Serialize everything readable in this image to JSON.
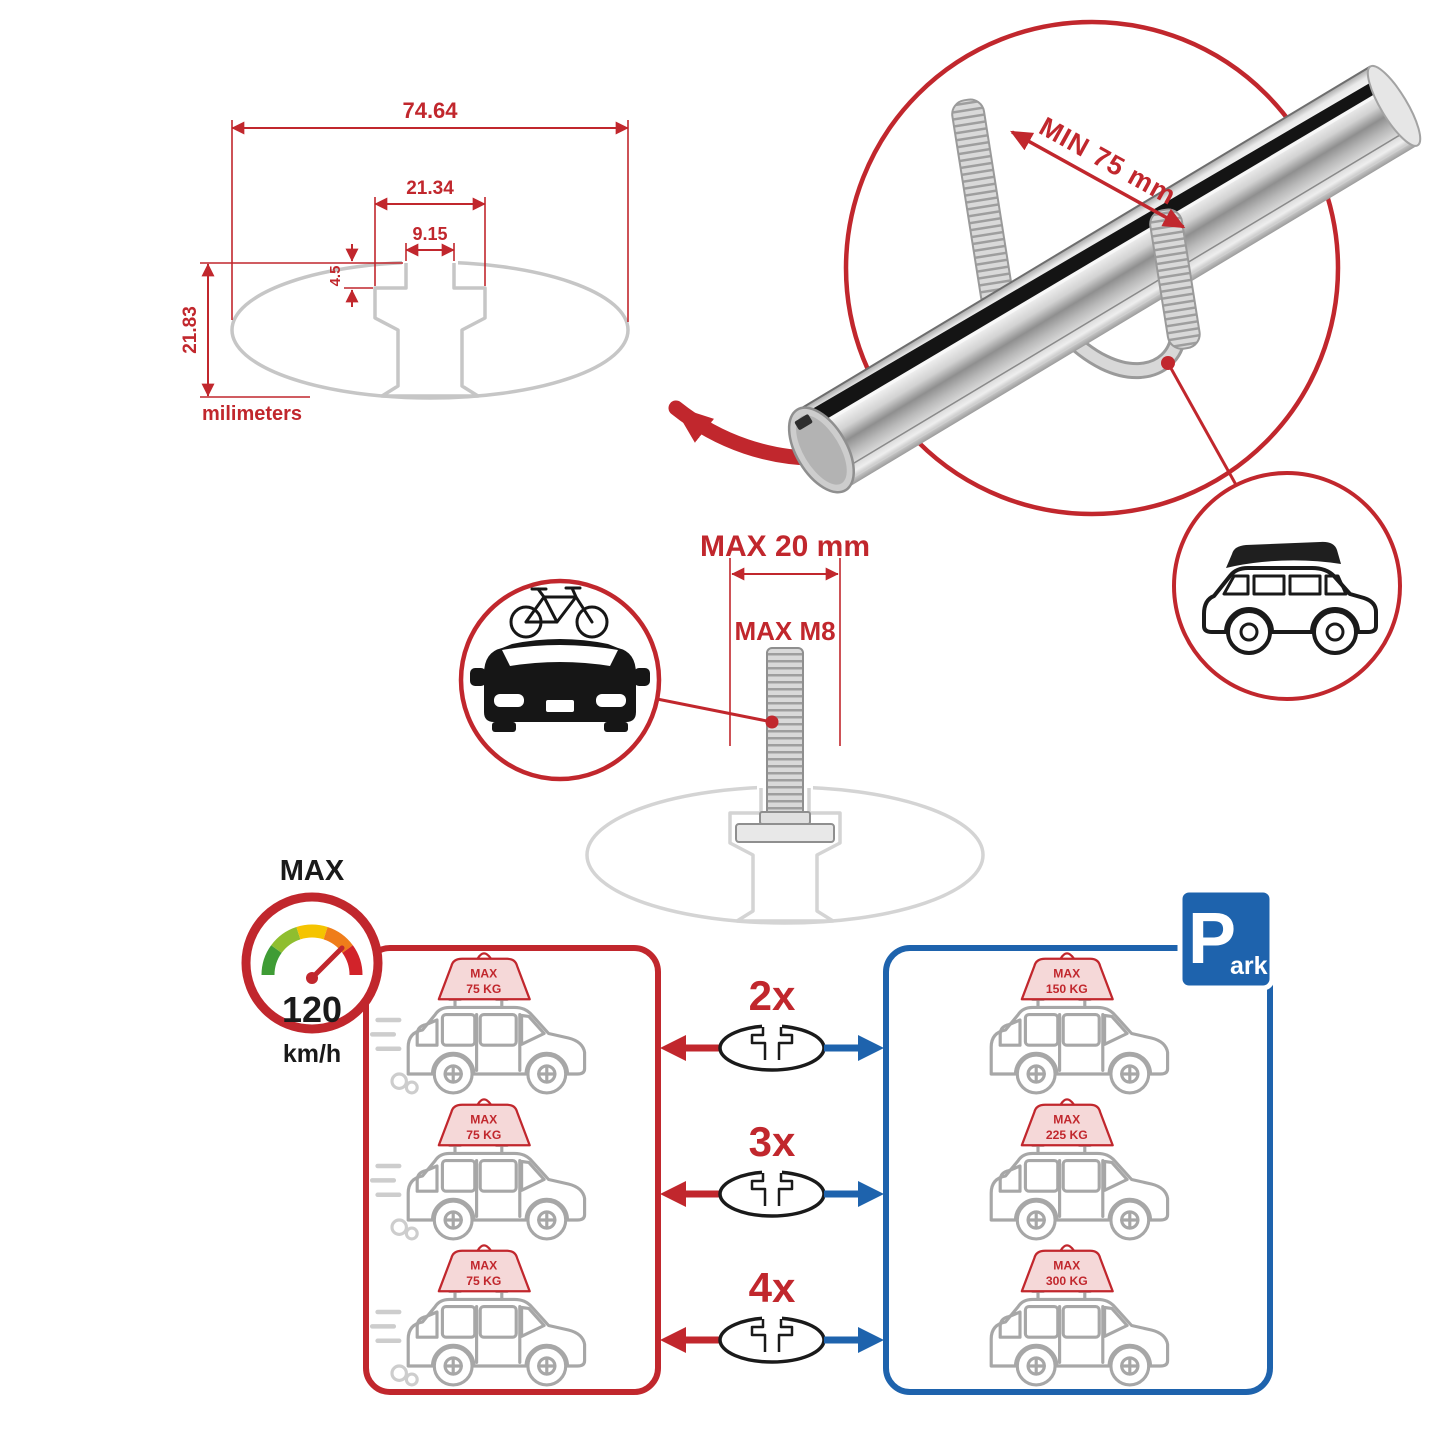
{
  "colors": {
    "accent_red": "#c1272d",
    "accent_blue": "#1e63ad",
    "line_gray": "#c6c6c6"
  },
  "cross_section": {
    "width_total": "74.64",
    "channel_width": "21.34",
    "slot_width": "9.15",
    "slot_depth": "4.5",
    "height_total": "21.83",
    "units": "milimeters"
  },
  "clamp_note": {
    "label": "MIN 75 mm"
  },
  "bolt_note": {
    "width_label": "MAX 20 mm",
    "thread_label": "MAX M8"
  },
  "speed_limit": {
    "heading": "MAX",
    "value": "120",
    "unit": "km/h"
  },
  "bar_counts": [
    {
      "label": "2x"
    },
    {
      "label": "3x"
    },
    {
      "label": "4x"
    }
  ],
  "drive_panel": {
    "cars": [
      {
        "max": "MAX",
        "weight": "75 KG"
      },
      {
        "max": "MAX",
        "weight": "75 KG"
      },
      {
        "max": "MAX",
        "weight": "75 KG"
      }
    ]
  },
  "park_panel": {
    "sign": {
      "p": "P",
      "ark": "ark"
    },
    "cars": [
      {
        "max": "MAX",
        "weight": "150 KG"
      },
      {
        "max": "MAX",
        "weight": "225 KG"
      },
      {
        "max": "MAX",
        "weight": "300 KG"
      }
    ]
  }
}
